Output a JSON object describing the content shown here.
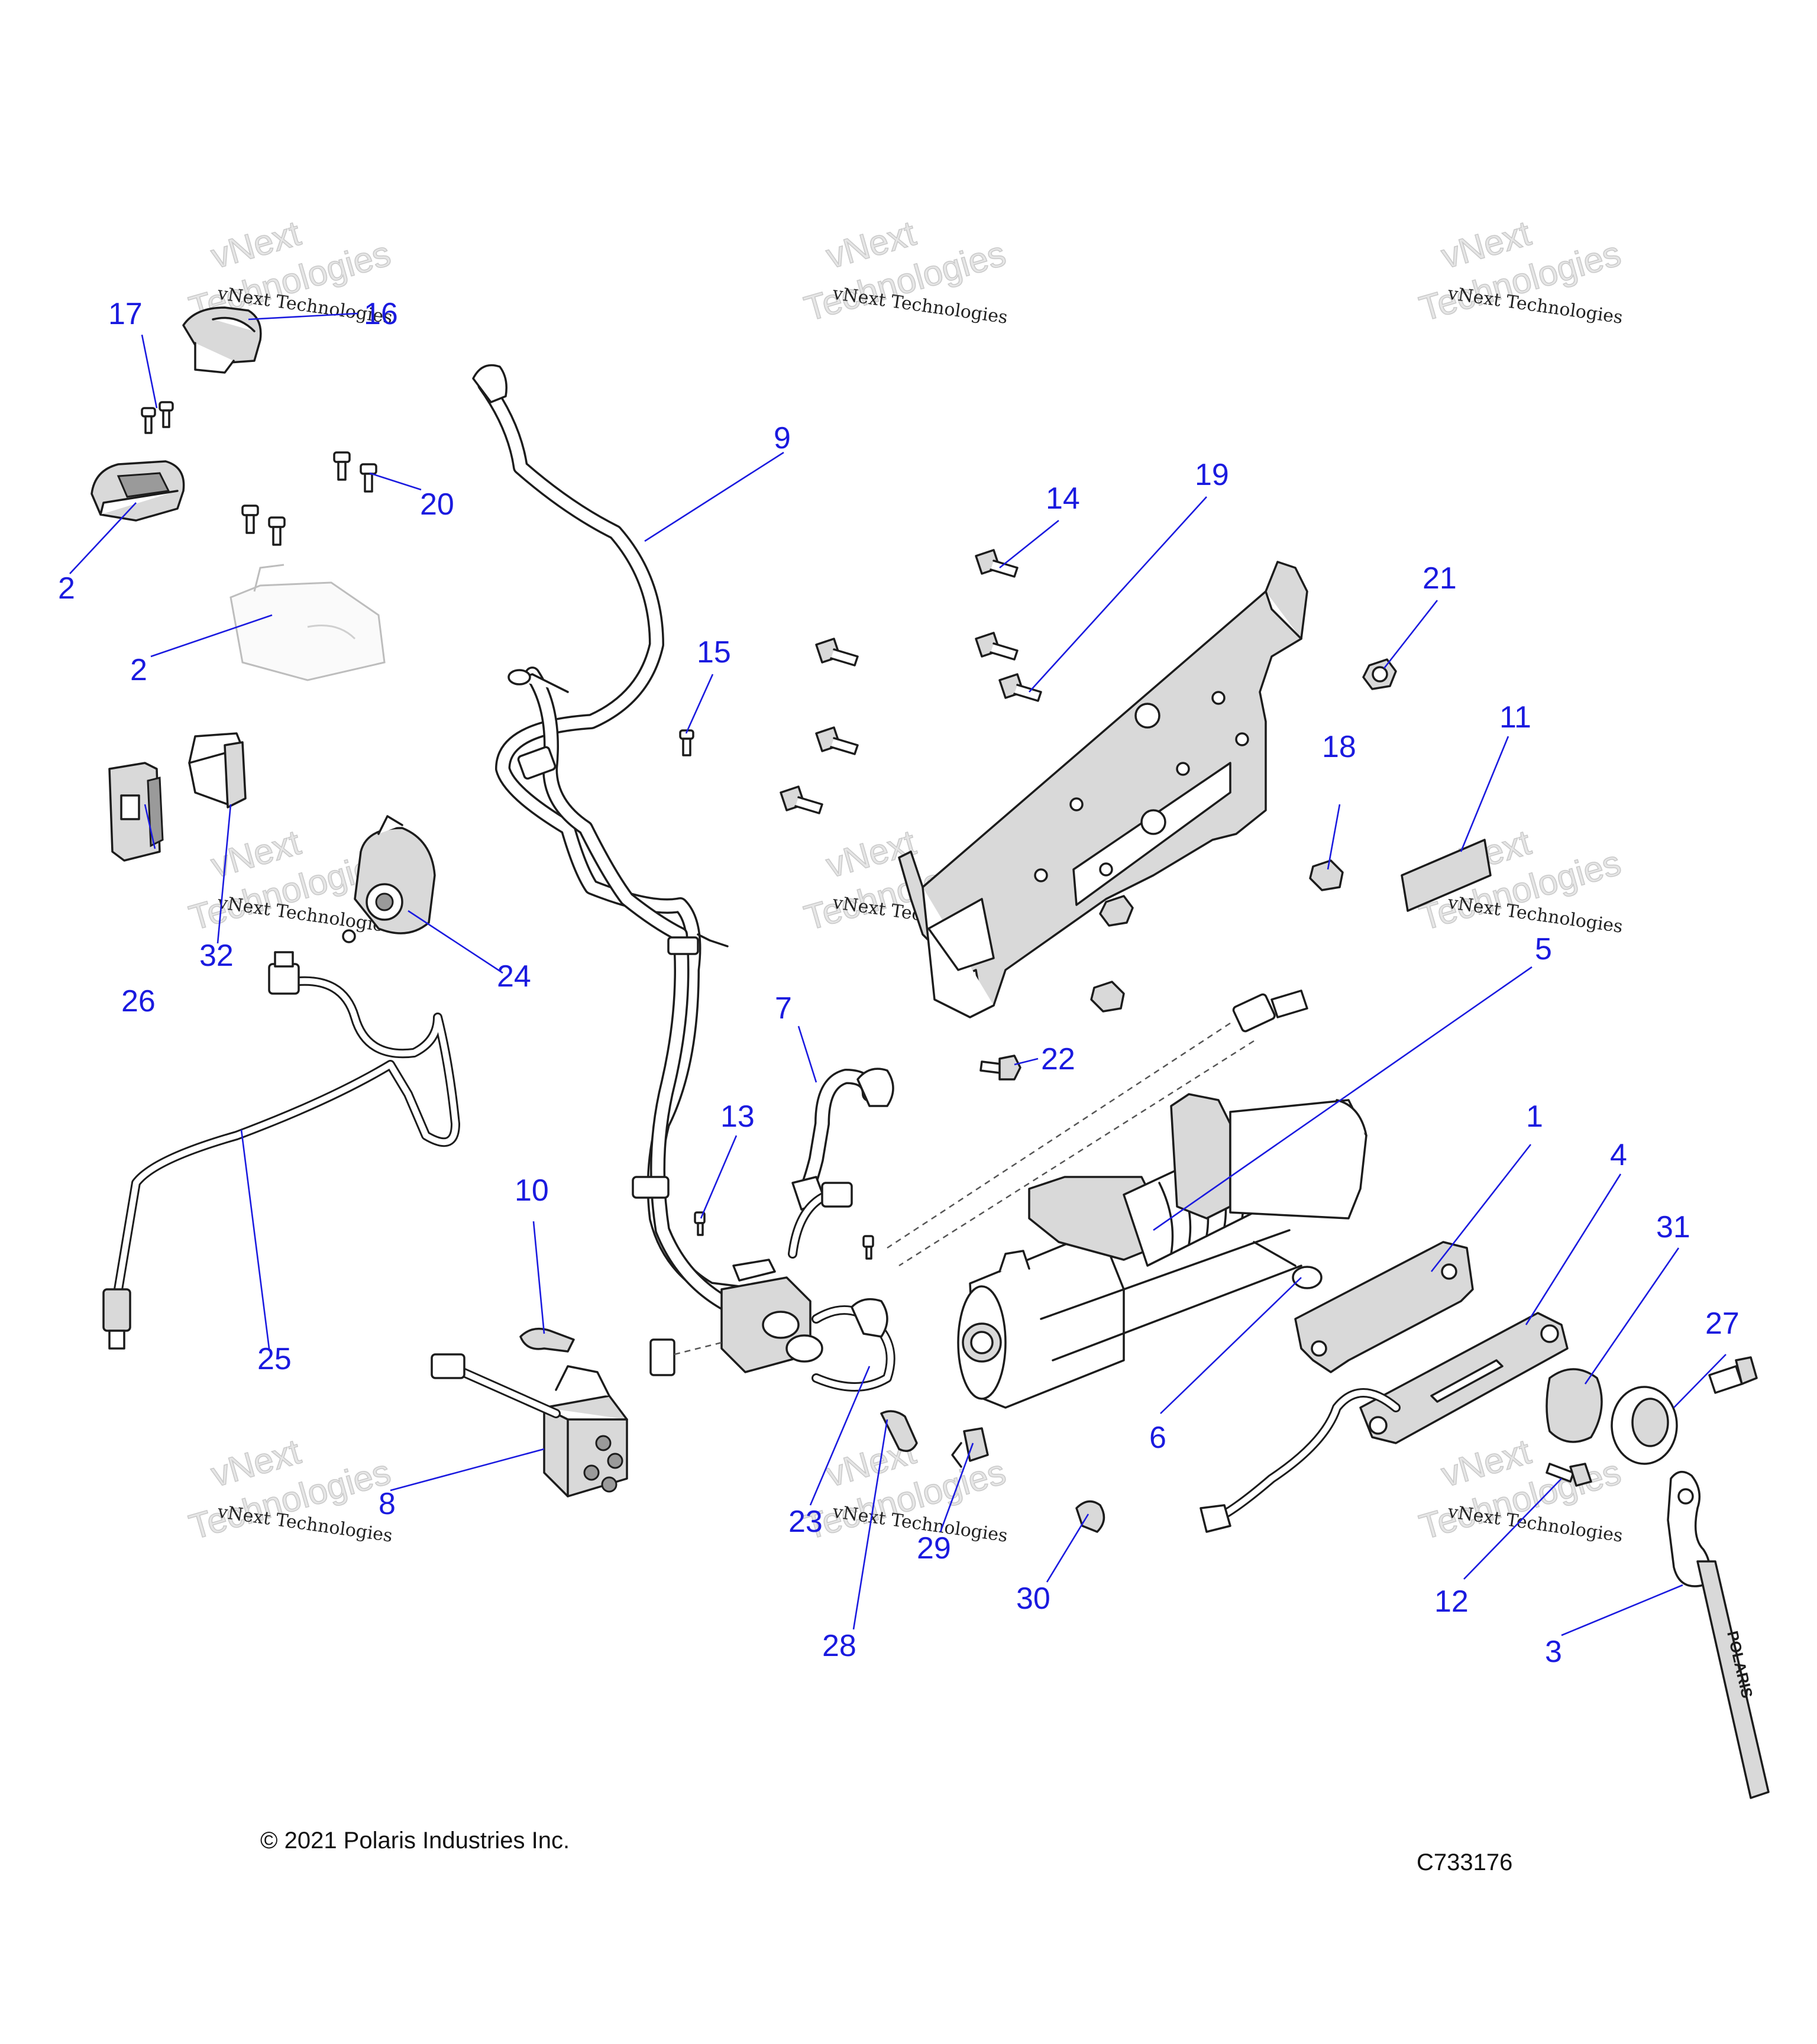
{
  "copyright": "© 2021 Polaris Industries Inc.",
  "drawing_number": "C733176",
  "watermark": {
    "line1": "vNext Technologies",
    "line2_a": "vNext",
    "line2_b": "Technologies"
  },
  "strap_brand": "POLARIS",
  "callouts": {
    "c1": "1",
    "c2a": "2",
    "c2b": "2",
    "c3": "3",
    "c4": "4",
    "c5": "5",
    "c6": "6",
    "c7": "7",
    "c8": "8",
    "c9": "9",
    "c10": "10",
    "c11": "11",
    "c12": "12",
    "c13": "13",
    "c14": "14",
    "c15": "15",
    "c16": "16",
    "c17": "17",
    "c18": "18",
    "c19": "19",
    "c20": "20",
    "c21": "21",
    "c22": "22",
    "c23": "23",
    "c24": "24",
    "c25": "25",
    "c26": "26",
    "c27": "27",
    "c28": "28",
    "c29": "29",
    "c30": "30",
    "c31": "31",
    "c32": "32"
  },
  "colors": {
    "callout": "#1a1adf",
    "line": "#1c1c1c",
    "shade": "#d9d9d9"
  }
}
